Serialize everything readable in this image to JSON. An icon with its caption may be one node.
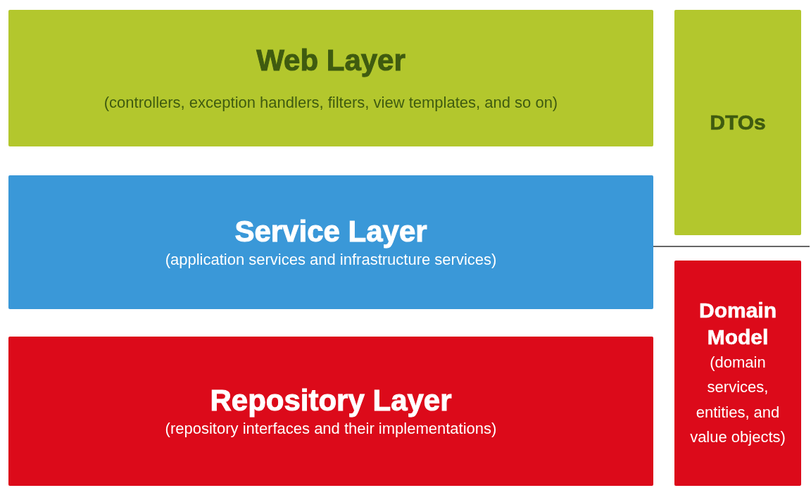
{
  "diagram": {
    "nodes": [
      {
        "text": [
          "Web Layer",
          "(controllers, exception handlers, filters, view templates, and so on)"
        ]
      },
      {
        "text": [
          "DTOs"
        ]
      },
      {
        "text": [
          "Service Layer",
          "(application services and infrastructure services)"
        ]
      },
      {
        "text": [
          "Domain Model",
          "(domain services, entities, and value objects)"
        ]
      },
      {
        "text": [
          "Repository Layer",
          "(repository interfaces and their implementations)"
        ]
      }
    ]
  }
}
